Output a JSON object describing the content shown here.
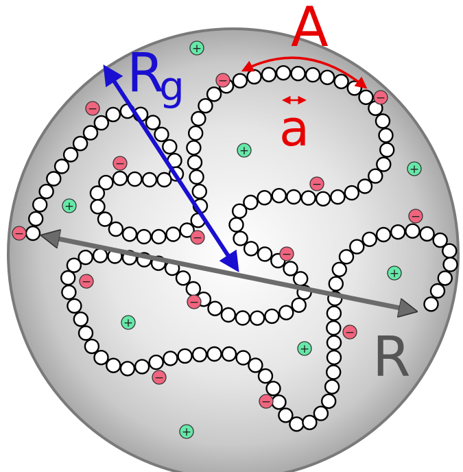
{
  "labels": {
    "contour_length": "A",
    "segment_length": "a",
    "radius_of_gyration_main": "R",
    "radius_of_gyration_sub": "g",
    "end_to_end": "R"
  },
  "ions": {
    "negative_symbol": "−",
    "positive_symbol": "+"
  },
  "colors": {
    "chain_stroke": "#000000",
    "bead_fill": "#ffffff",
    "rg_arrow": "#1a0fd0",
    "end_to_end_arrow": "#6b6b6b",
    "label_a": "#e60000",
    "negative_ion": "#f0647e",
    "positive_ion": "#66e8a8"
  }
}
